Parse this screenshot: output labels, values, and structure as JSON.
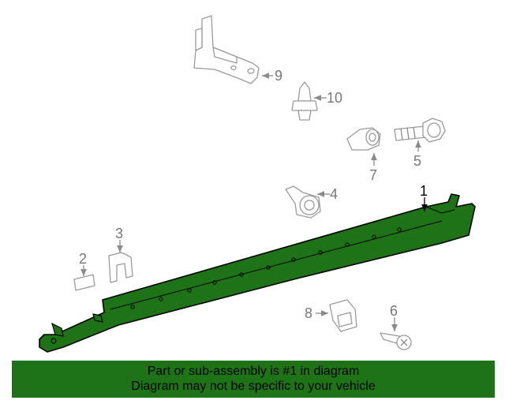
{
  "colors": {
    "highlight_part": "#1d7316",
    "banner_background": "#1d7316",
    "line_art": "#9a9a9a",
    "text_gray": "#777777"
  },
  "callouts": {
    "c1": "1",
    "c2": "2",
    "c3": "3",
    "c4": "4",
    "c5": "5",
    "c6": "6",
    "c7": "7",
    "c8": "8",
    "c9": "9",
    "c10": "10"
  },
  "banner": {
    "line1": "Part or sub-assembly is #1 in diagram",
    "line2": "Diagram may not be specific to your vehicle"
  }
}
